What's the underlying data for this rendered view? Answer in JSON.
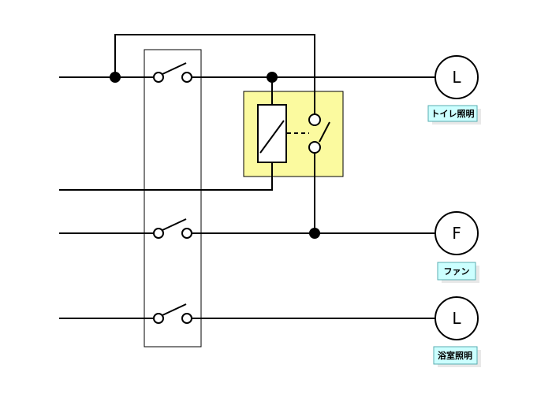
{
  "colors": {
    "relay_box": "#fbfa9f",
    "label_bg": "#ccffff"
  },
  "loads": {
    "toilet_light": {
      "symbol": "L",
      "label": "トイレ照明"
    },
    "fan": {
      "symbol": "F",
      "label": "ファン"
    },
    "bath_light": {
      "symbol": "L",
      "label": "浴室照明"
    }
  }
}
